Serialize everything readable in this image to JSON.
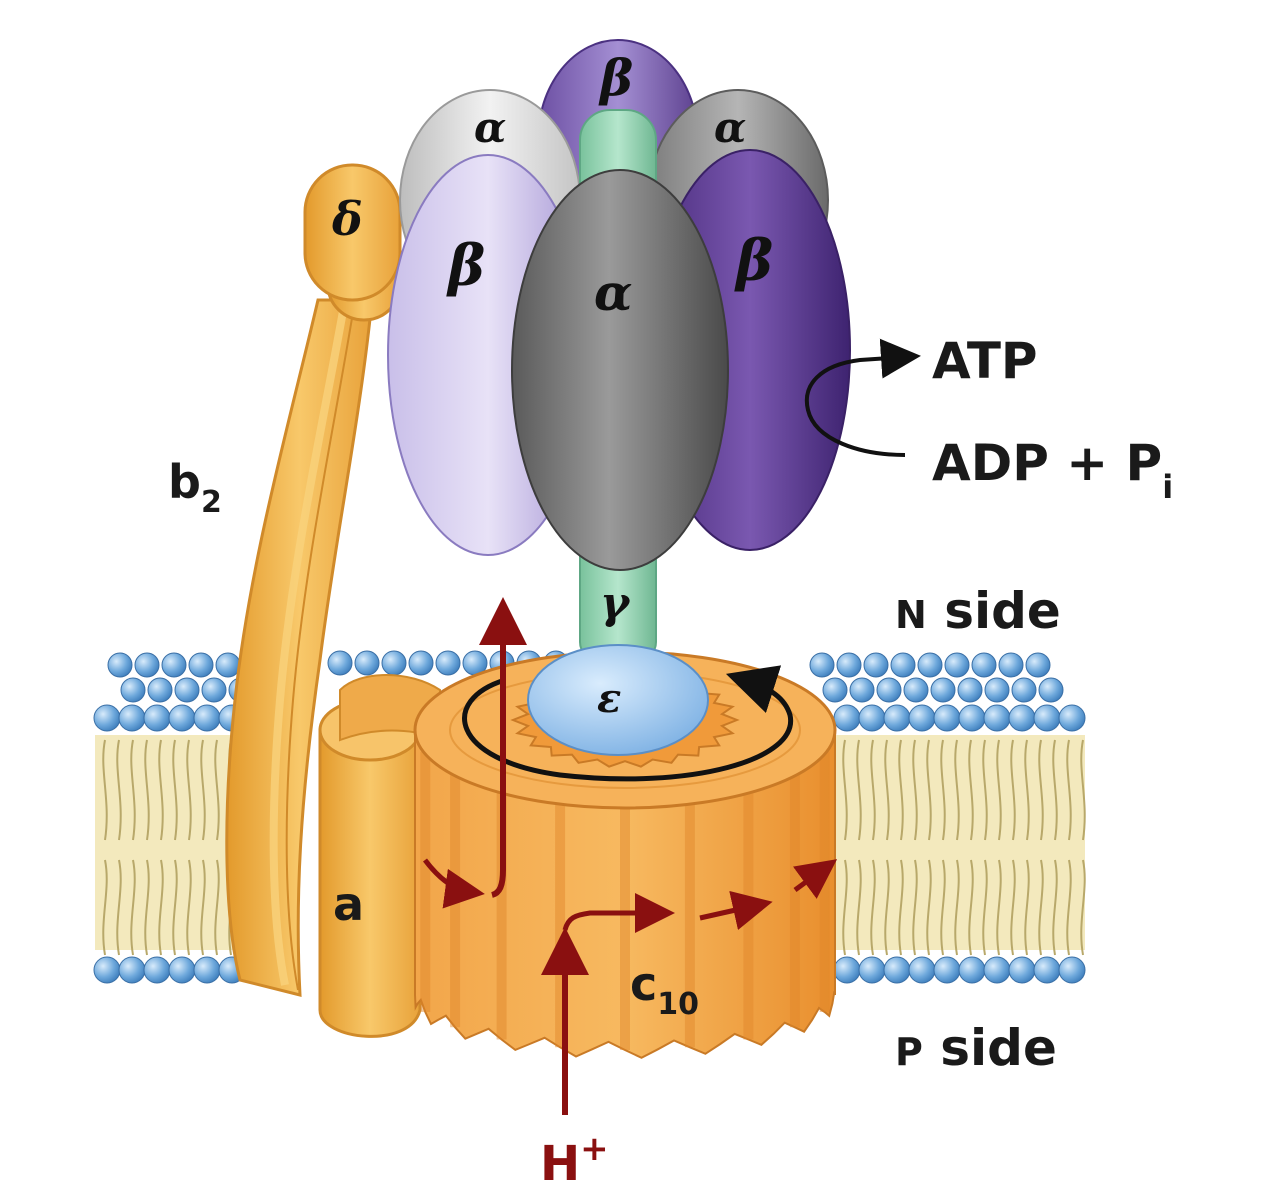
{
  "labels": {
    "alpha": "α",
    "beta": "β",
    "gamma": "γ",
    "delta": "δ",
    "epsilon": "ε",
    "b2_main": "b",
    "b2_sub": "2",
    "a": "a",
    "c10_main": "c",
    "c10_sub": "10",
    "atp": "ATP",
    "adp_main": "ADP + P",
    "adp_sub": "i",
    "n_side_small": "N",
    "n_side": "side",
    "p_side_small": "P",
    "p_side": "side",
    "hplus_main": "H",
    "hplus_sup": "+"
  },
  "colors": {
    "beta_light": "#b9aee0",
    "beta_dark": "#5b3b8f",
    "beta_mid": "#8b70c0",
    "alpha_light": "#d6d6d6",
    "alpha_dark": "#6e6e6e",
    "gamma": "#8fd1b0",
    "epsilon": "#8cbbe8",
    "stator": "#f3b54c",
    "rotor": "#f09a3a",
    "lipid_head": "#6fa9dc",
    "lipid_tail": "#efe2a6",
    "proton_arrow": "#8a1010"
  }
}
